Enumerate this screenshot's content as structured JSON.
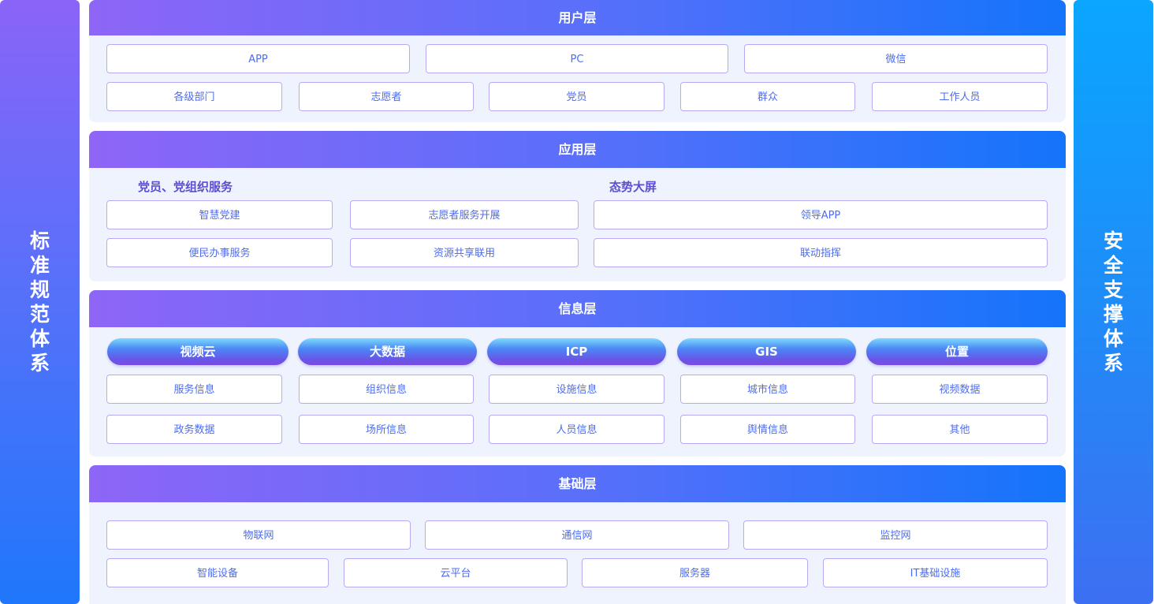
{
  "left_bar": {
    "label": "标准规范体系"
  },
  "right_bar": {
    "label": "安全支撑体系"
  },
  "user_layer": {
    "title": "用户层",
    "row1": [
      "APP",
      "PC",
      "微信"
    ],
    "row2": [
      "各级部门",
      "志愿者",
      "党员",
      "群众",
      "工作人员"
    ]
  },
  "app_layer": {
    "title": "应用层",
    "group1_title": "党员、党组织服务",
    "group2_title": "态势大屏",
    "col1": [
      "智慧党建",
      "便民办事服务"
    ],
    "col2": [
      "志愿者服务开展",
      "资源共享联用"
    ],
    "col3": [
      "领导APP",
      "联动指挥"
    ]
  },
  "info_layer": {
    "title": "信息层",
    "pills": [
      "视频云",
      "大数据",
      "ICP",
      "GIS",
      "位置"
    ],
    "row1": [
      "服务信息",
      "组织信息",
      "设施信息",
      "城市信息",
      "视频数据"
    ],
    "row2": [
      "政务数据",
      "场所信息",
      "人员信息",
      "舆情信息",
      "其他"
    ]
  },
  "base_layer": {
    "title": "基础层",
    "row1": [
      "物联网",
      "通信网",
      "监控网"
    ],
    "row2": [
      "智能设备",
      "云平台",
      "服务器",
      "IT基础设施"
    ]
  }
}
